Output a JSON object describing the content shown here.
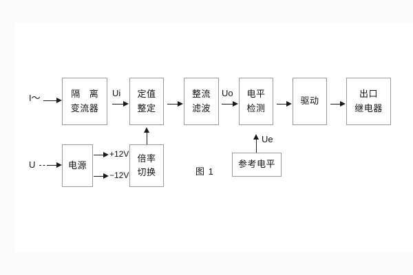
{
  "figure": {
    "caption": "图 1",
    "background": "#fbfbfc",
    "sheet_color": "#ffffff",
    "line_color": "#1a1a1a",
    "box_border_color": "#9a9a9a",
    "text_color": "#111111"
  },
  "inputs": [
    {
      "id": "current-input",
      "label": "I～"
    },
    {
      "id": "voltage-input",
      "label": "U"
    }
  ],
  "blocks": [
    {
      "id": "isolation-transformer",
      "line1": "隔 离",
      "line2": "变流器"
    },
    {
      "id": "setting-value",
      "line1": "定值",
      "line2": "整定"
    },
    {
      "id": "rectifier-filter",
      "line1": "整流",
      "line2": "滤波"
    },
    {
      "id": "level-detection",
      "line1": "电平",
      "line2": "检测"
    },
    {
      "id": "drive",
      "line1": "驱动",
      "line2": ""
    },
    {
      "id": "output-relay",
      "line1": "出口",
      "line2": "继电器"
    },
    {
      "id": "power-supply",
      "line1": "电源",
      "line2": ""
    },
    {
      "id": "multiplier-switch",
      "line1": "倍率",
      "line2": "切换"
    },
    {
      "id": "reference-level",
      "line1": "参考电平",
      "line2": ""
    }
  ],
  "signals": [
    {
      "id": "ui-signal",
      "label": "Ui"
    },
    {
      "id": "uo-signal",
      "label": "Uo"
    },
    {
      "id": "ue-signal",
      "label": "Ue"
    }
  ],
  "rails": [
    {
      "id": "positive-rail",
      "label": "+12V"
    },
    {
      "id": "negative-rail",
      "label": "−12V"
    }
  ]
}
